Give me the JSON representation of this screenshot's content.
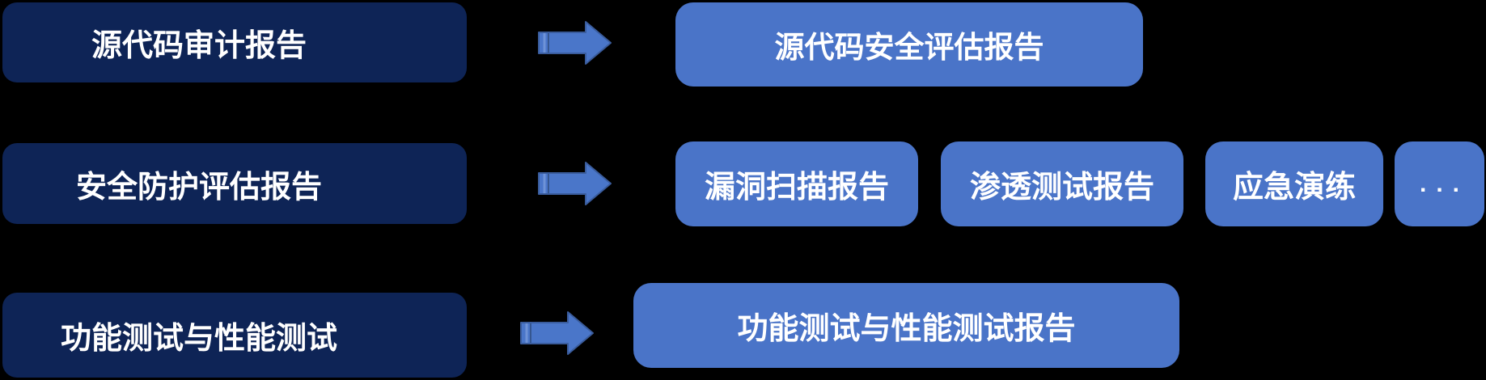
{
  "diagram": {
    "description_rows": [
      {
        "source": "源代码审计报告",
        "outputs": [
          "源代码安全评估报告"
        ]
      },
      {
        "source": "安全防护评估报告",
        "outputs": [
          "漏洞扫描报告",
          "渗透测试报告",
          "应急演练",
          "..."
        ]
      },
      {
        "source": "功能测试与性能测试",
        "outputs": [
          "功能测试与性能测试报告"
        ]
      }
    ],
    "arrow_icon": "arrow-right"
  },
  "colors": {
    "background": "#000000",
    "dark_box": "#0E2456",
    "light_box": "#4A74C8",
    "arrow_fill": "#4A76C9",
    "arrow_stroke": "#3A5C9C",
    "text": "#FFFFFF"
  }
}
